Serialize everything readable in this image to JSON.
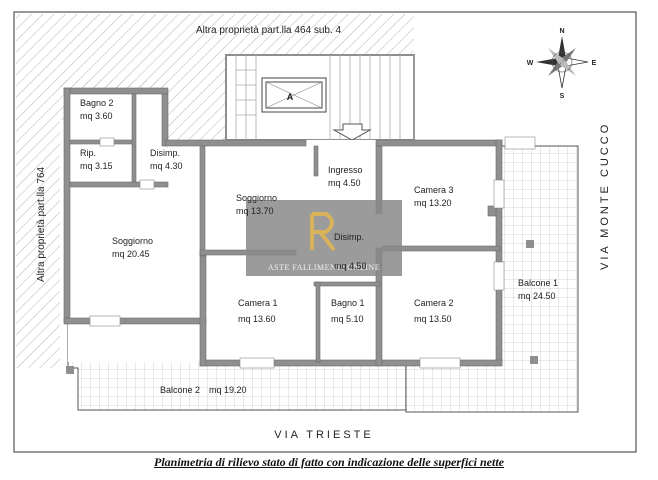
{
  "neighbors": {
    "top": "Altra proprietà part.lla 464 sub. 4",
    "left": "Altra proprietà part.lla 764"
  },
  "streets": {
    "bottom": "VIA  TRIESTE",
    "right": "VIA  MONTE  CUCCO"
  },
  "compass": {
    "n": "N",
    "s": "S",
    "e": "E",
    "w": "W"
  },
  "stair_label": "A",
  "rooms": [
    {
      "id": "bagno2",
      "name": "Bagno 2",
      "area": "mq  3.60"
    },
    {
      "id": "rip",
      "name": "Rip.",
      "area": "mq  3.15"
    },
    {
      "id": "disimp1",
      "name": "Disimp.",
      "area": "mq  4.30"
    },
    {
      "id": "soggiorno1",
      "name": "Soggiorno",
      "area": "mq  13.70"
    },
    {
      "id": "ingresso",
      "name": "Ingresso",
      "area": "mq  4.50"
    },
    {
      "id": "camera3",
      "name": "Camera 3",
      "area": "mq  13.20"
    },
    {
      "id": "soggiorno2",
      "name": "Soggiorno",
      "area": "mq  20.45"
    },
    {
      "id": "disimp2",
      "name": "Disimp.",
      "area": "mq  4.50"
    },
    {
      "id": "camera1",
      "name": "Camera 1",
      "area": "mq  13.60"
    },
    {
      "id": "bagno1",
      "name": "Bagno 1",
      "area": "mq  5.10"
    },
    {
      "id": "camera2",
      "name": "Camera 2",
      "area": "mq  13.50"
    },
    {
      "id": "balcone1",
      "name": "Balcone 1",
      "area": "mq  24.50"
    }
  ],
  "balcone2": {
    "name": "Balcone 2",
    "area": "mq  19.20"
  },
  "watermark": "ASTE  FALLIMENTI  ONLINE",
  "caption": "Planimetria di rilievo stato di fatto con indicazione delle superfici nette",
  "colors": {
    "wall": "#8f8f8f",
    "tile": "#c8c8c8",
    "hatch": "#b5b5b5",
    "watermark_bg": "#8a8a8a",
    "watermark_logo": "#d9b25a"
  }
}
